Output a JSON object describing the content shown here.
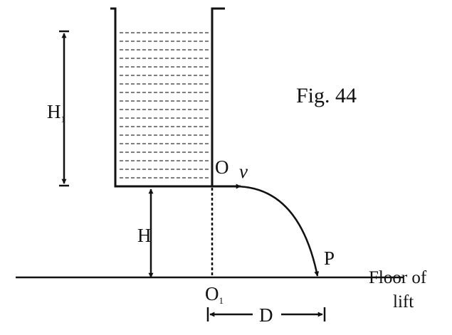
{
  "figure": {
    "caption": "Fig. 44",
    "labels": {
      "h1_main": "H",
      "h1_sub": "1",
      "h": "H",
      "o": "O",
      "v": "v",
      "p": "P",
      "o1_main": "O",
      "o1_sub": "1",
      "d": "D",
      "floor_line1": "Floor of",
      "floor_line2": "lift"
    }
  },
  "colors": {
    "ink": "#111111",
    "water": "#555555",
    "background": "#ffffff"
  }
}
